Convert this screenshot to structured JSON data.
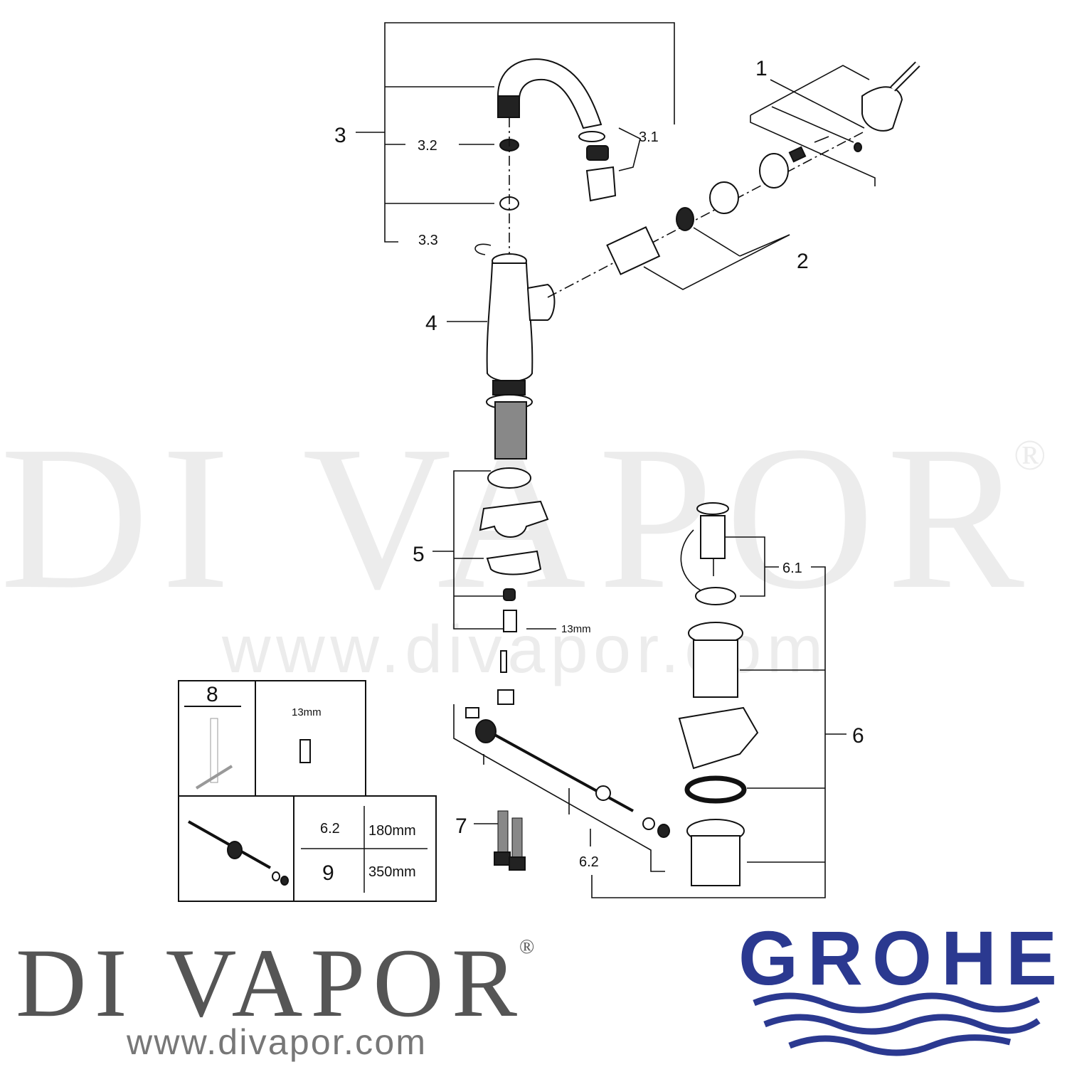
{
  "watermark": {
    "brand": "DI VAPOR",
    "registered": "®",
    "url": "www.divapor.com"
  },
  "callouts": {
    "p1": "1",
    "p2": "2",
    "p3": "3",
    "p3_1": "3.1",
    "p3_2": "3.2",
    "p3_3": "3.3",
    "p4": "4",
    "p5": "5",
    "p5_size": "13mm",
    "p6": "6",
    "p6_1": "6.1",
    "p6_2": "6.2",
    "p7": "7"
  },
  "inset": {
    "p8": "8",
    "tool_size": "13mm",
    "table": [
      {
        "part": "6.2",
        "length": "180mm"
      },
      {
        "part": "9",
        "length": "350mm"
      }
    ]
  },
  "footer": {
    "brand": "DI VAPOR",
    "registered": "®",
    "url": "www.divapor.com",
    "manufacturer": "GROHE",
    "manufacturer_color": "#2b3990"
  }
}
